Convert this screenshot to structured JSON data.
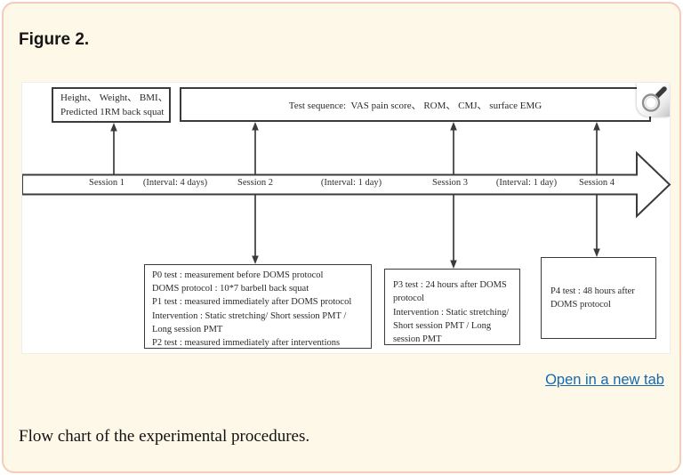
{
  "figure": {
    "title": "Figure 2.",
    "caption": "Flow chart of the experimental procedures.",
    "open_link_label": "Open in a new tab"
  },
  "diagram": {
    "box_anthropometrics": "Height、 Weight、 BMI、\nPredicted 1RM back squat",
    "box_test_sequence": "Test sequence:  VAS pain score、 ROM、 CMJ、 surface EMG",
    "timeline_labels": [
      "Session 1",
      "(Interval: 4 days)",
      "Session 2",
      "(Interval: 1 day)",
      "Session 3",
      "(Interval: 1 day)",
      "Session 4"
    ],
    "box_p0": "P0 test : measurement before DOMS protocol\nDOMS protocol : 10*7 barbell back squat\nP1 test : measured immediately after DOMS protocol\nIntervention : Static stretching/ Short session PMT /\nLong session PMT\nP2 test : measured immediately after interventions",
    "box_p3": "P3 test : 24 hours after DOMS\nprotocol\nIntervention : Static stretching/\nShort session PMT / Long\nsession PMT",
    "box_p4": "P4 test : 48 hours after\nDOMS protocol",
    "icons": {
      "zoom": "magnifier-icon"
    },
    "colors": {
      "page_background": "#fdf8e8",
      "card_border": "#f3ccba",
      "link_blue": "#1769af",
      "diagram_line": "#3b3b3b",
      "panel_background": "#ffffff"
    }
  }
}
